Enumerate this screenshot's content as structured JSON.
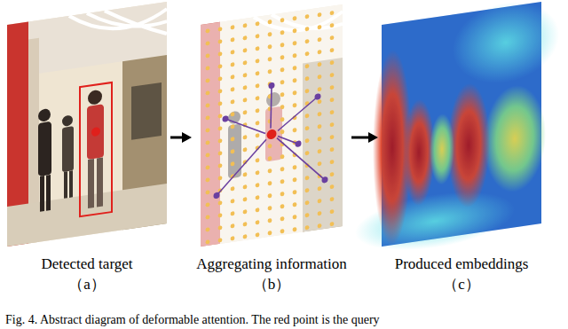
{
  "diagram": {
    "caption": "Fig. 4. Abstract diagram of deformable attention. The red point is the query",
    "nodes": [
      {
        "text": [
          "Detected target",
          "（a）"
        ]
      },
      {
        "text": [
          "Aggregating information",
          "（b）"
        ]
      },
      {
        "text": [
          "Produced embeddings",
          "（c）"
        ]
      }
    ],
    "edges": [
      {
        "from": 0,
        "to": 1,
        "arrow": "to"
      },
      {
        "from": 1,
        "to": 2,
        "arrow": "to"
      }
    ]
  }
}
